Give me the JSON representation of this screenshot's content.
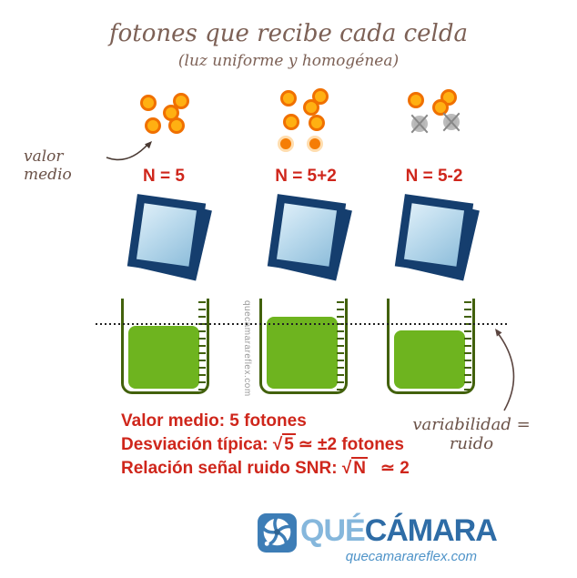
{
  "title": "fotones que recibe cada celda",
  "subtitle": "(luz uniforme y homogénea)",
  "annotations": {
    "valor_medio": "valor medio",
    "variabilidad": "variabilidad = ruido"
  },
  "columns": [
    {
      "n_label": "N = 5",
      "photons_normal": 5,
      "photons_extra": 0,
      "photons_lost": 0,
      "fill": "at-mean"
    },
    {
      "n_label": "N = 5+2",
      "photons_normal": 5,
      "photons_extra": 2,
      "photons_lost": 0,
      "fill": "above-mean"
    },
    {
      "n_label": "N = 5-2",
      "photons_normal": 3,
      "photons_extra": 0,
      "photons_lost": 2,
      "fill": "below-mean"
    }
  ],
  "stats": {
    "radical_sign": "√",
    "lines": [
      {
        "text": "Valor medio: 5 fotones"
      },
      {
        "prefix": "Desviación típica: ",
        "radicand": "5",
        "suffix": "≃ ±2 fotones"
      },
      {
        "prefix": "Relación señal ruido SNR: ",
        "radicand": "N",
        "suffix": "≃ 2"
      }
    ]
  },
  "watermark": "quecamarareflex.com",
  "logo": {
    "brand_light": "QUÉ",
    "brand_dark": "CÁMARA",
    "domain": "quecamarareflex.com"
  },
  "colors": {
    "accent_red": "#cf261b",
    "photon_yellow": "#ffb012",
    "photon_orange_border": "#f07000",
    "photon_extra_orange": "#f57d05",
    "photon_lost_gray": "#b6b6b6",
    "cell_navy": "#153e6e",
    "cell_face_light": "#ddeef8",
    "well_outline_green": "#42610c",
    "well_fill_green": "#6eb41f",
    "handwriting_brown": "#7d6156",
    "logo_light_blue": "#85b7dc",
    "logo_dark_blue": "#2e6ca6",
    "watermark_gray": "#9b9b9b"
  }
}
